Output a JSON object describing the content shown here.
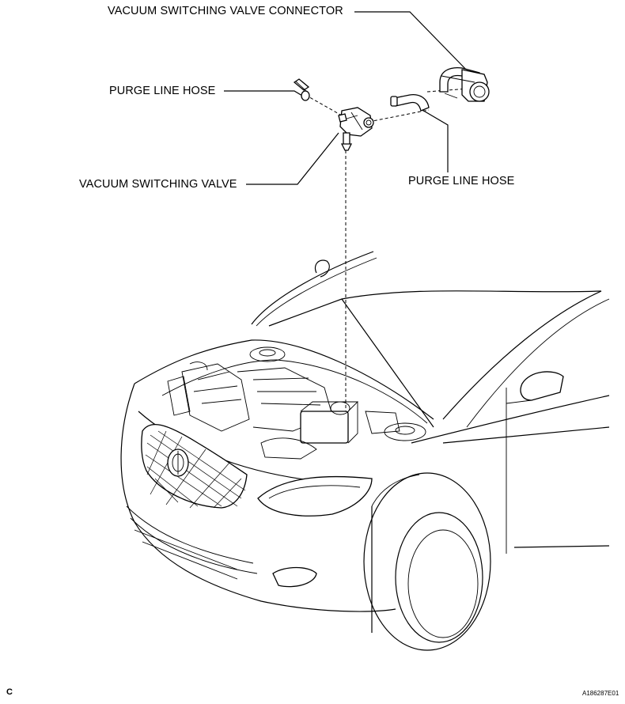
{
  "labels": {
    "vsv_connector": "VACUUM SWITCHING VALVE CONNECTOR",
    "purge_hose_left": "PURGE LINE HOSE",
    "purge_hose_right": "PURGE LINE HOSE",
    "vsv": "VACUUM SWITCHING VALVE"
  },
  "figure_id": "A186287E01",
  "corner_mark": "C"
}
